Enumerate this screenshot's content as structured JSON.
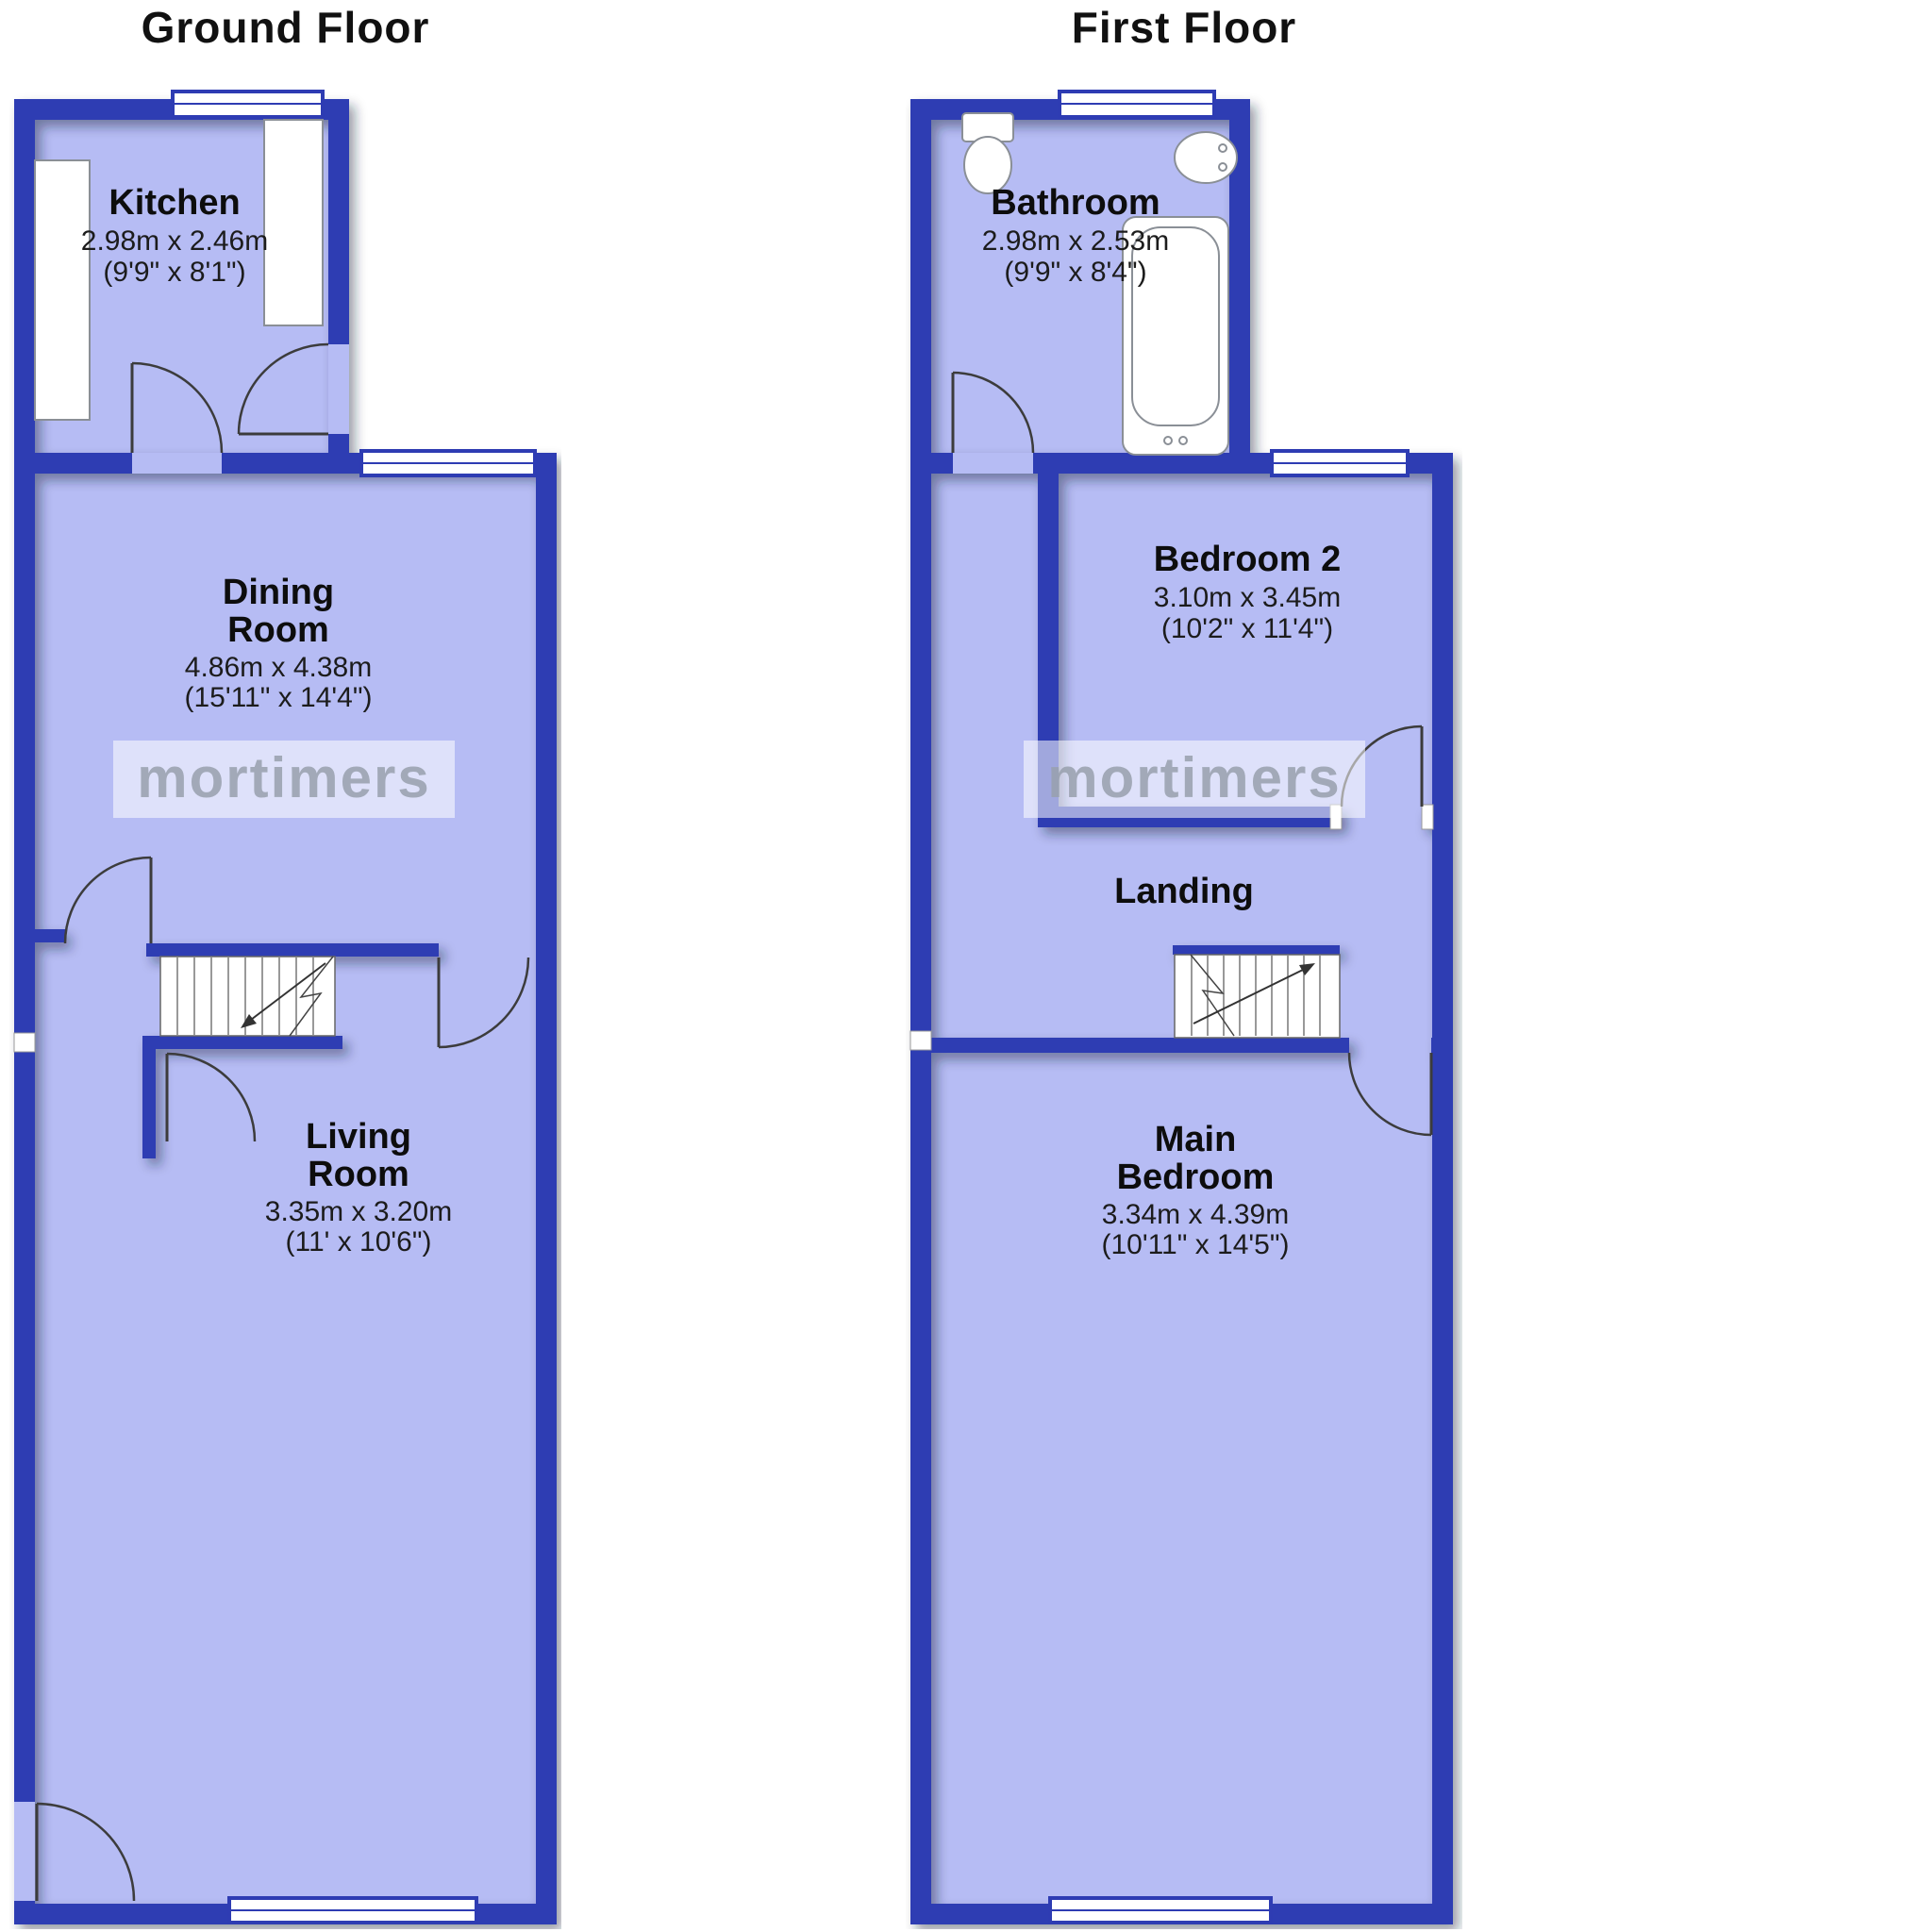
{
  "colors": {
    "wall": "#2e3cb3",
    "floor": "#b6bcf4",
    "watermark_text": "#98a0ad",
    "watermark_bg": "rgba(255,255,255,0.55)"
  },
  "ground_floor": {
    "title": "Ground Floor",
    "watermark": "mortimers",
    "rooms": {
      "kitchen": {
        "name": "Kitchen",
        "dims_metric": "2.98m x 2.46m",
        "dims_imperial": "(9'9\" x 8'1\")"
      },
      "dining": {
        "name_line1": "Dining",
        "name_line2": "Room",
        "dims_metric": "4.86m x 4.38m",
        "dims_imperial": "(15'11\" x 14'4\")"
      },
      "living": {
        "name_line1": "Living",
        "name_line2": "Room",
        "dims_metric": "3.35m x 3.20m",
        "dims_imperial": "(11' x 10'6\")"
      }
    }
  },
  "first_floor": {
    "title": "First Floor",
    "watermark": "mortimers",
    "rooms": {
      "bathroom": {
        "name": "Bathroom",
        "dims_metric": "2.98m x 2.53m",
        "dims_imperial": "(9'9\" x 8'4\")"
      },
      "bedroom2": {
        "name": "Bedroom 2",
        "dims_metric": "3.10m x 3.45m",
        "dims_imperial": "(10'2\" x 11'4\")"
      },
      "landing": {
        "name": "Landing"
      },
      "main_bedroom": {
        "name_line1": "Main",
        "name_line2": "Bedroom",
        "dims_metric": "3.34m x 4.39m",
        "dims_imperial": "(10'11\" x 14'5\")"
      }
    }
  }
}
